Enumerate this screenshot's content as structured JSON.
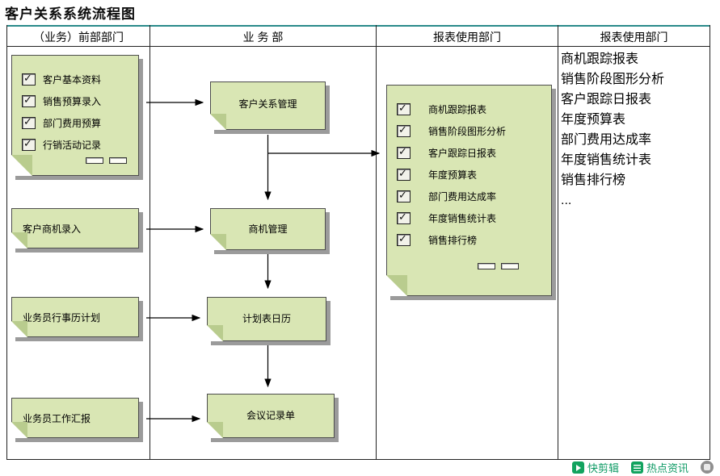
{
  "page": {
    "title": "客户关系系统流程图"
  },
  "columns": [
    {
      "header": "（业务）前部部门"
    },
    {
      "header": "业 务 部"
    },
    {
      "header": "报表使用部门"
    },
    {
      "header": "报表使用部门"
    }
  ],
  "front_dept": {
    "input_doc_items": [
      "客户基本资料",
      "销售预算录入",
      "部门费用预算",
      "行销活动记录"
    ],
    "notes": [
      "客户商机录入",
      "业务员行事历计划",
      "业务员工作汇报"
    ]
  },
  "business_dept": {
    "nodes": [
      "客户关系管理",
      "商机管理",
      "计划表日历",
      "会议记录单"
    ]
  },
  "report_dept": {
    "report_doc_items": [
      "商机跟踪报表",
      "销售阶段图形分析",
      "客户跟踪日报表",
      "年度预算表",
      "部门费用达成率",
      "年度销售统计表",
      "销售排行榜"
    ]
  },
  "report_list": [
    "商机跟踪报表",
    "销售阶段图形分析",
    "客户跟踪日报表",
    "年度预算表",
    "部门费用达成率",
    "年度销售统计表",
    "销售排行榜",
    "..."
  ],
  "footer": {
    "quick_clip_label": "快剪辑",
    "hot_news_label": "热点资讯"
  },
  "colors": {
    "note_fill": "#d9e6b4",
    "note_shadow": "#9b9b9b",
    "accent_line": "#2a8a8a",
    "footer_green": "#0f9b66"
  }
}
